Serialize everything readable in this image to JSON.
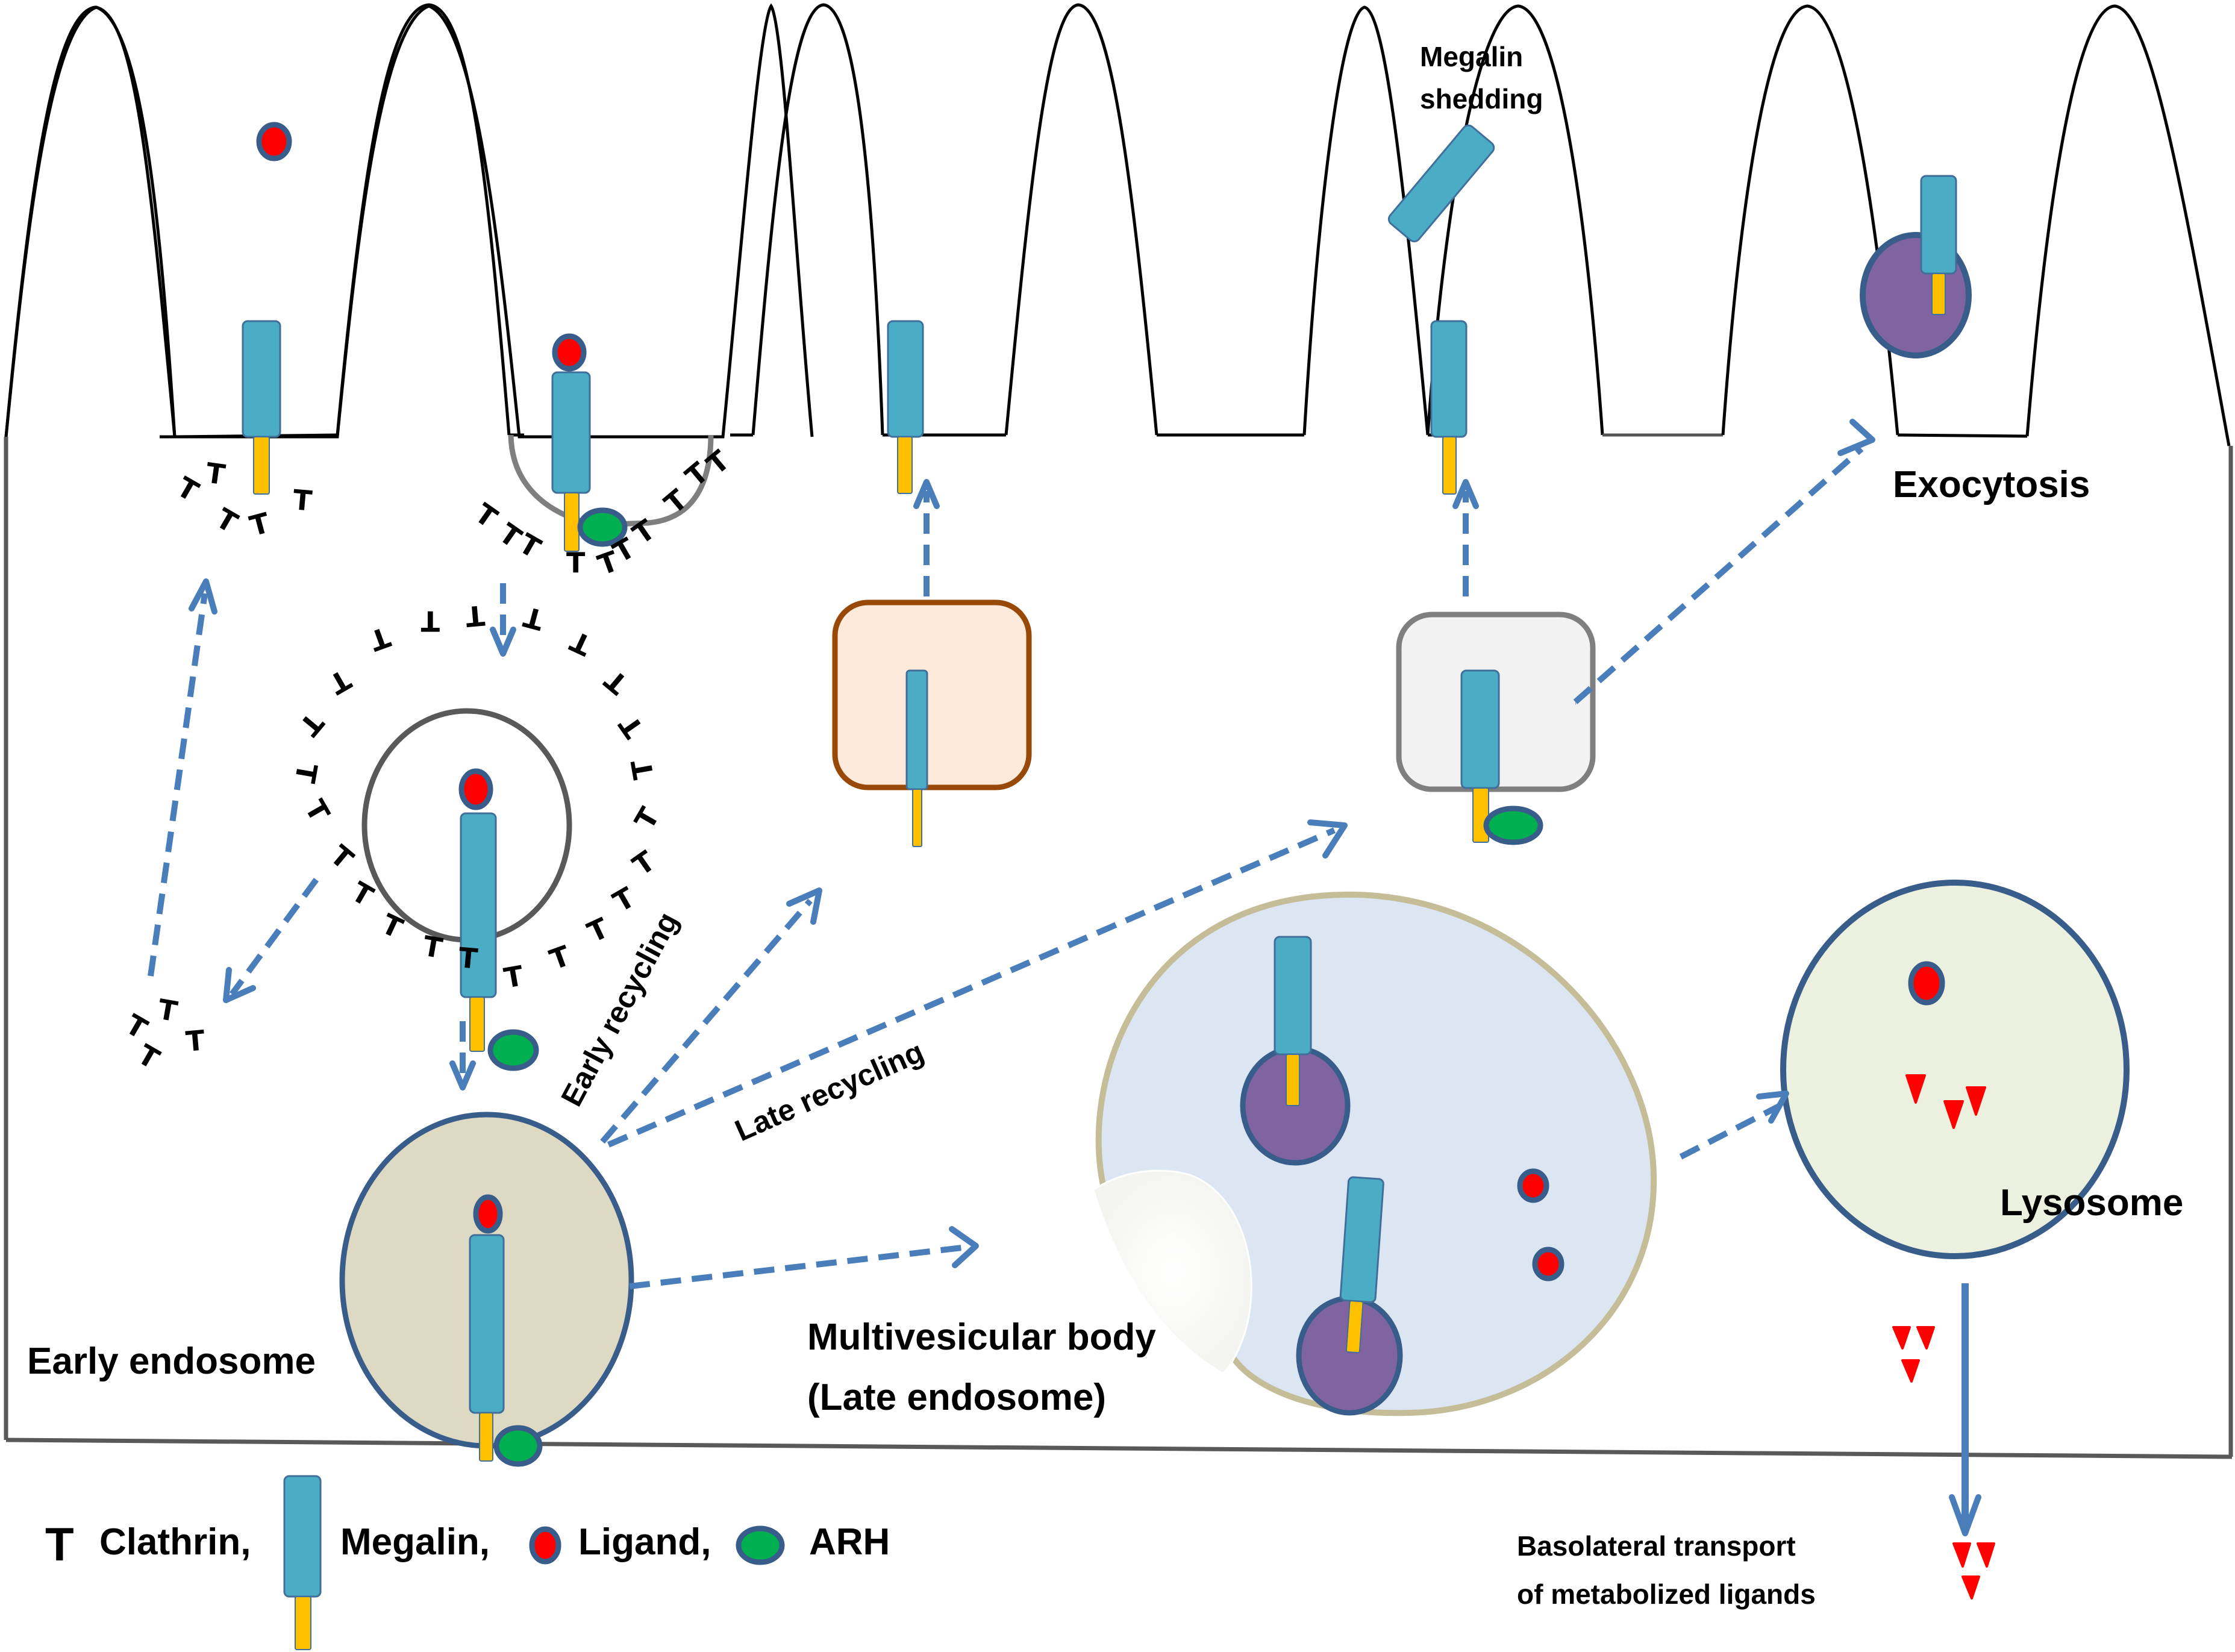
{
  "figure": {
    "title": "Megalin-mediated endocytosis and intracellular trafficking in proximal tubule cell"
  },
  "labels": {
    "megalin_shedding_line1": "Megalin",
    "megalin_shedding_line2": "shedding",
    "exocytosis": "Exocytosis",
    "early_recycling": "Early recycling",
    "late_recycling": "Late recycling",
    "early_endosome": "Early endosome",
    "mvb_line1": "Multivesicular body",
    "mvb_line2": "(Late endosome)",
    "lysosome": "Lysosome",
    "basolateral_line1": "Basolateral  transport",
    "basolateral_line2": "of metabolized ligands"
  },
  "legend": {
    "items": [
      {
        "symbol": "T",
        "label": "Clathrin,"
      },
      {
        "symbol": "megalin",
        "label": "Megalin,"
      },
      {
        "symbol": "ligand",
        "label": "Ligand,"
      },
      {
        "symbol": "arh",
        "label": "ARH"
      }
    ]
  },
  "clathrin_glyph": "T",
  "colors": {
    "megalin": "#4bacc6",
    "megalin_stroke": "#3f6f9a",
    "cytoplasmic_tail": "#ffc000",
    "ligand": "#ff0000",
    "ligand_stroke": "#385d8a",
    "arh": "#00b050",
    "arh_stroke": "#385d8a",
    "arrow": "#4a7ebb",
    "early_endosome_fill": "#ddd9c3",
    "early_endosome_stroke": "#385d8a",
    "mvb_fill": "#dce6f2",
    "mvb_stroke": "#c4bd97",
    "ilv_fill": "#8064a2",
    "ilv_stroke": "#385d8a",
    "recycling_vesicle_early_fill": "#fdeada",
    "recycling_vesicle_early_stroke": "#984807",
    "recycling_vesicle_late_fill": "#f2f2f2",
    "recycling_vesicle_late_stroke": "#7f7f7f",
    "lysosome_fill": "#ebf1de",
    "lysosome_stroke": "#385d8a",
    "membrane": "#000000"
  }
}
